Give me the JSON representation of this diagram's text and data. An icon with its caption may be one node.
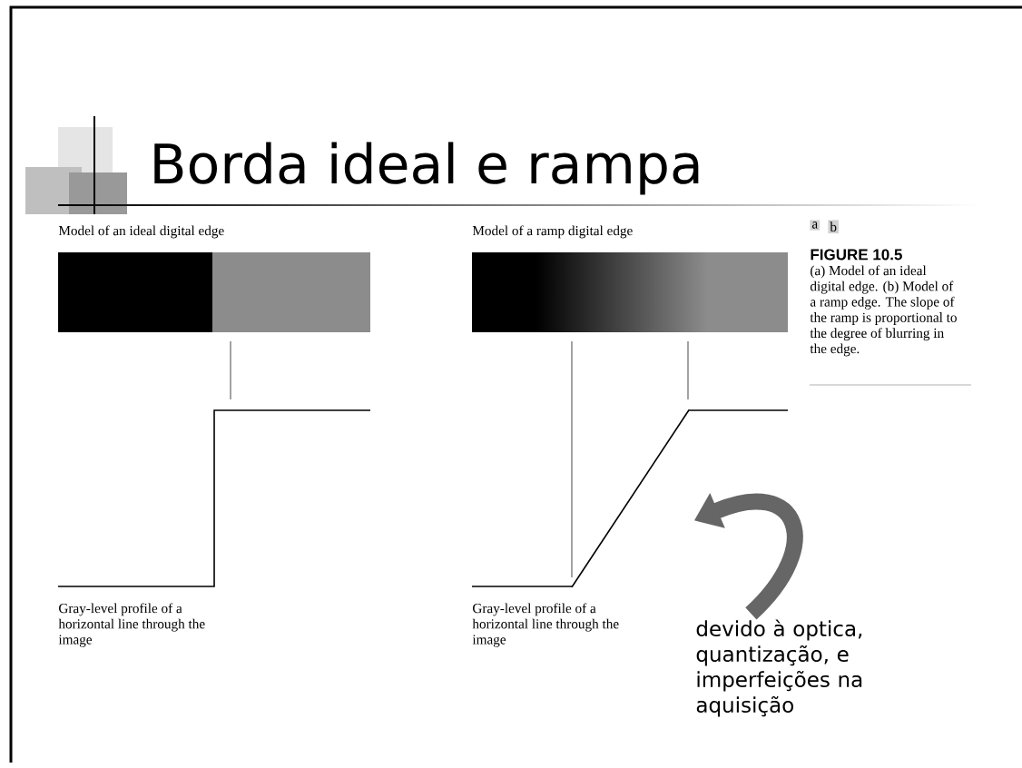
{
  "diagram": {
    "title": "Borda ideal e rampa",
    "nodes": [
      {
        "text": [
          "devido à optica, quantização, e imperfeições na aquisição"
        ]
      },
      {
        "text": [],
        "shape": "line"
      }
    ],
    "edges": [
      {
        "from": 0,
        "to": 1,
        "arrow": "to"
      }
    ],
    "labels": [
      "Model of an ideal digital edge",
      "Model of a ramp digital edge",
      "a",
      "b",
      "FIGURE 10.5",
      "(a) Model of an ideal digital edge. (b) Model of a ramp edge. The slope of the ramp is proportional to the degree of blurring in the edge.",
      "Gray-level profile of a horizontal line through the image",
      "Gray-level profile of a horizontal line through the image"
    ]
  }
}
